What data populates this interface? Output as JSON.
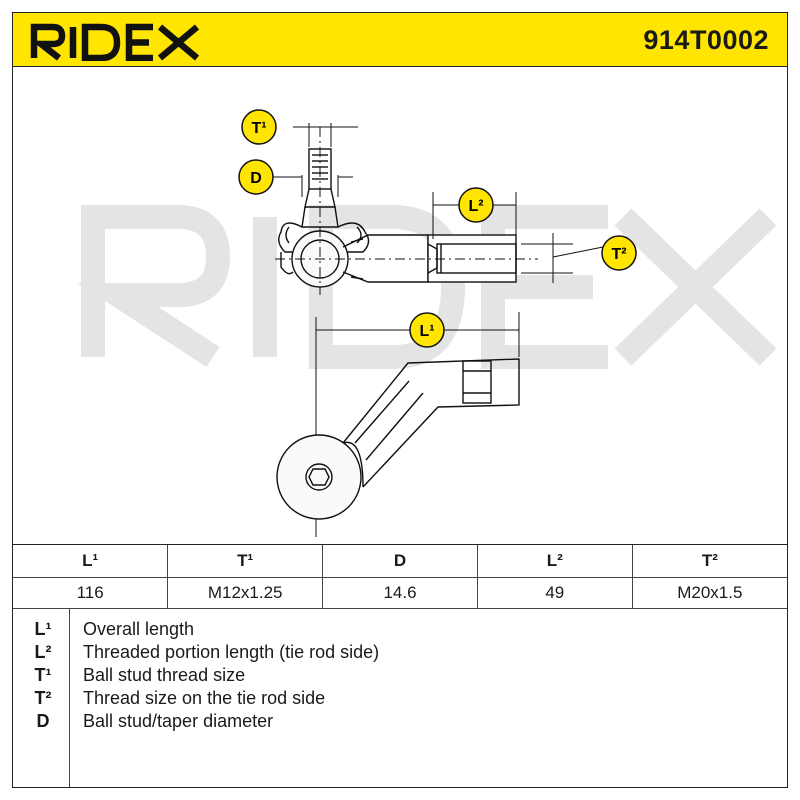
{
  "header": {
    "brand": "RIDEX",
    "part_number": "914T0002",
    "background_color": "#ffe500"
  },
  "watermark": "RIDEX",
  "drawing": {
    "callouts": [
      {
        "id": "t1",
        "label": "T¹"
      },
      {
        "id": "d",
        "label": "D"
      },
      {
        "id": "l2",
        "label": "L²"
      },
      {
        "id": "t2",
        "label": "T²"
      },
      {
        "id": "l1",
        "label": "L¹"
      }
    ]
  },
  "spec_table": {
    "headers": [
      "L¹",
      "T¹",
      "D",
      "L²",
      "T²"
    ],
    "values": [
      "116",
      "M12x1.25",
      "14.6",
      "49",
      "M20x1.5"
    ]
  },
  "legend": [
    {
      "key": "L¹",
      "text": "Overall length"
    },
    {
      "key": "L²",
      "text": "Threaded portion length (tie rod side)"
    },
    {
      "key": "T¹",
      "text": "Ball stud thread size"
    },
    {
      "key": "T²",
      "text": "Thread size on the tie rod side"
    },
    {
      "key": "D",
      "text": "Ball stud/taper diameter"
    }
  ]
}
